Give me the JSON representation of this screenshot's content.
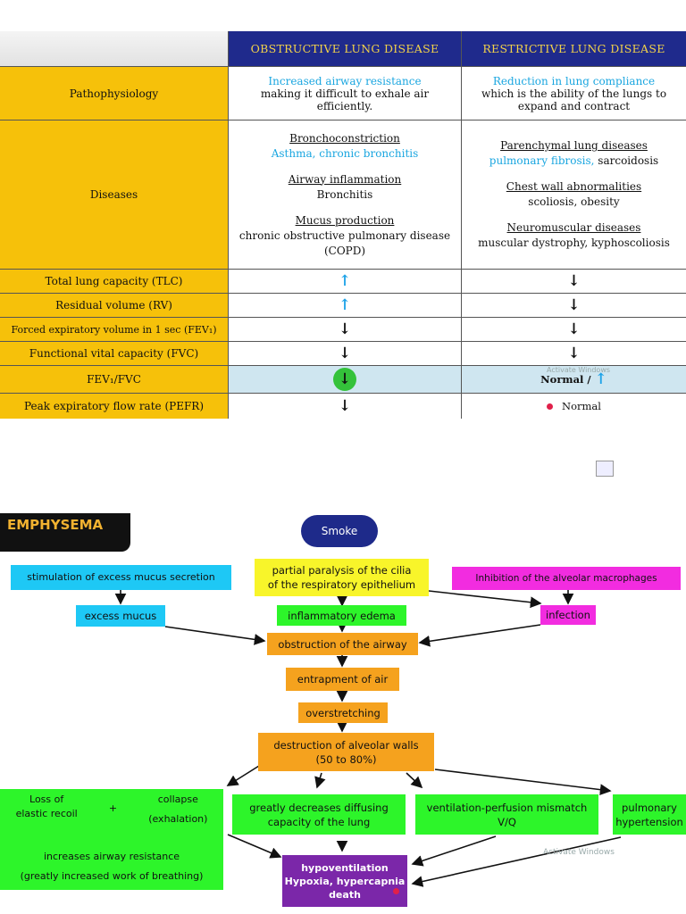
{
  "table": {
    "headers": [
      "",
      "OBSTRUCTIVE LUNG DISEASE",
      "RESTRICTIVE LUNG DISEASE"
    ],
    "pathophysiology": {
      "label": "Pathophysiology",
      "obstructive_highlight": "Increased airway resistance",
      "obstructive_text": "making it difficult to exhale air efficiently.",
      "restrictive_highlight": "Reduction in lung compliance",
      "restrictive_text": "which is the ability of the lungs to expand and contract"
    },
    "diseases": {
      "label": "Diseases",
      "obstructive": [
        {
          "title": "Bronchoconstriction",
          "detail": "Asthma, chronic bronchitis",
          "detail_color": "blue"
        },
        {
          "title": "Airway inflammation",
          "detail": "Bronchitis",
          "detail_color": "black"
        },
        {
          "title": "Mucus production",
          "detail": "chronic obstructive pulmonary disease (COPD)",
          "detail_color": "black"
        }
      ],
      "restrictive": [
        {
          "title": "Parenchymal lung diseases",
          "detail_blue": "pulmonary fibrosis,",
          "detail": " sarcoidosis"
        },
        {
          "title": "Chest wall abnormalities",
          "detail_blue": "",
          "detail": "scoliosis, obesity"
        },
        {
          "title": "Neuromuscular diseases",
          "detail_blue": "",
          "detail": "muscular dystrophy, kyphoscoliosis"
        }
      ]
    },
    "measures": [
      {
        "label": "Total lung capacity (TLC)",
        "obstructive": "up",
        "restrictive": "down"
      },
      {
        "label": "Residual volume (RV)",
        "obstructive": "up",
        "restrictive": "down"
      },
      {
        "label": "Forced expiratory volume in 1 sec (FEV₁)",
        "obstructive": "down",
        "restrictive": "down"
      },
      {
        "label": "Functional vital capacity (FVC)",
        "obstructive": "down",
        "restrictive": "down"
      },
      {
        "label": "FEV₁/FVC",
        "obstructive": "down-circled",
        "restrictive": "Normal /"
      },
      {
        "label": "Peak expiratory flow rate (PEFR)",
        "obstructive": "down",
        "restrictive": "Normal"
      }
    ],
    "arrows": {
      "up": "↑",
      "down": "↓"
    },
    "watermark": "Activate Windows"
  },
  "flow": {
    "title": "EMPHYSEMA",
    "smoke": "Smoke",
    "mucus_stimulation": "stimulation of excess mucus secretion",
    "cilia": [
      "partial paralysis of the cilia",
      "of the respiratory epithelium"
    ],
    "macrophages": "Inhibition of the alveolar macrophages",
    "excess_mucus": "excess mucus",
    "edema": "inflammatory edema",
    "infection": "infection",
    "obstruction": "obstruction of the airway",
    "entrapment": "entrapment of air",
    "overstretching": "overstretching",
    "destruction": [
      "destruction of alveolar walls",
      "(50 to 80%)"
    ],
    "elastic": [
      "Loss of",
      "elastic recoil"
    ],
    "plus": "+",
    "collapse": [
      "collapse",
      "(exhalation)"
    ],
    "resistance": [
      "increases airway resistance",
      "(greatly increased work of breathing)"
    ],
    "diffusing": [
      "greatly decreases diffusing",
      "capacity of the lung"
    ],
    "vq": [
      "ventilation-perfusion mismatch",
      "V/Q"
    ],
    "pulmonary": [
      "pulmonary",
      "hypertension"
    ],
    "outcome": [
      "hypoventilation",
      "Hypoxia, hypercapnia",
      "death"
    ],
    "watermark": "Activate Windows"
  },
  "colors": {
    "header_bg": "#1f2a8c",
    "header_text": "#f2d24a",
    "label_col": "#f6c10a",
    "accent_blue": "#1aa6e0",
    "cyan": "#1ec8f5",
    "yellow": "#f8f52a",
    "magenta": "#f22ce0",
    "green": "#2df52a",
    "orange": "#f5a21e",
    "purple": "#7b27a9"
  }
}
